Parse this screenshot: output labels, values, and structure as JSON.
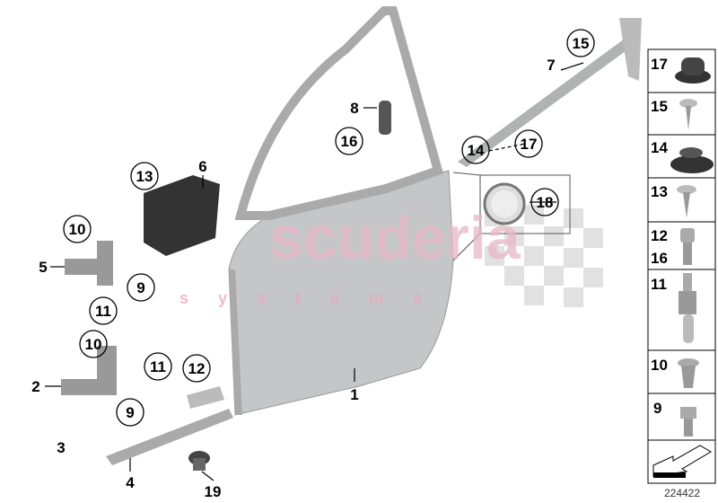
{
  "watermark": {
    "main": "scuderia",
    "sub": "s y s t e m s"
  },
  "diagram_id": "224422",
  "callouts": [
    {
      "id": "1",
      "circled": false
    },
    {
      "id": "2",
      "circled": false
    },
    {
      "id": "3",
      "circled": false
    },
    {
      "id": "4",
      "circled": false
    },
    {
      "id": "5",
      "circled": false
    },
    {
      "id": "6",
      "circled": false
    },
    {
      "id": "7",
      "circled": false
    },
    {
      "id": "8",
      "circled": false
    },
    {
      "id": "9",
      "circled": true
    },
    {
      "id": "9",
      "circled": true
    },
    {
      "id": "10",
      "circled": true
    },
    {
      "id": "10",
      "circled": true
    },
    {
      "id": "11",
      "circled": true
    },
    {
      "id": "11",
      "circled": true
    },
    {
      "id": "12",
      "circled": true
    },
    {
      "id": "13",
      "circled": true
    },
    {
      "id": "14",
      "circled": true
    },
    {
      "id": "15",
      "circled": true
    },
    {
      "id": "16",
      "circled": true
    },
    {
      "id": "17",
      "circled": true
    },
    {
      "id": "18",
      "circled": true
    },
    {
      "id": "19",
      "circled": false
    }
  ],
  "parts_panel": [
    {
      "label": "17",
      "part": "rubber-cap"
    },
    {
      "label": "15",
      "part": "screw"
    },
    {
      "label": "14",
      "part": "grommet"
    },
    {
      "label": "13",
      "part": "screw"
    },
    {
      "label": "12 16",
      "labels": [
        "12",
        "16"
      ],
      "part": "bolt"
    },
    {
      "label": "11",
      "part": "hinge-pin"
    },
    {
      "label": "10",
      "part": "countersunk-screw"
    },
    {
      "label": "9",
      "part": "hex-bolt"
    },
    {
      "label": "",
      "part": "direction-arrow"
    }
  ]
}
